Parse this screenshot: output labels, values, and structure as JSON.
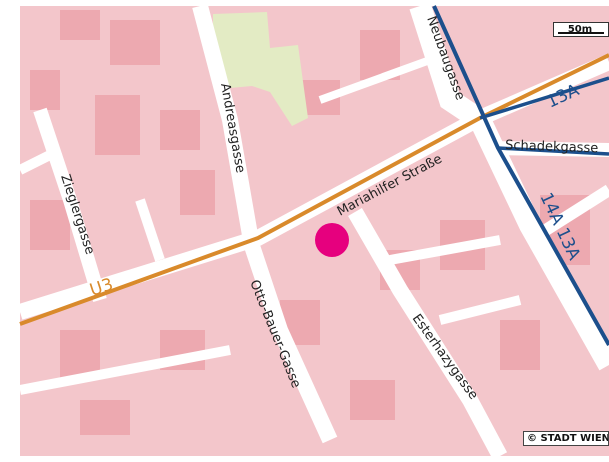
{
  "map": {
    "colors": {
      "block": "#f3c6cb",
      "building": "#eda9b0",
      "street": "#ffffff",
      "park": "#e3ebc4",
      "subway_line": "#d98a2b",
      "bus_line": "#1c4f8c",
      "marker": "#e6007e"
    },
    "streets": [
      {
        "id": "mariahilfer",
        "label": "Mariahilfer Straße"
      },
      {
        "id": "neubau",
        "label": "Neubaugasse"
      },
      {
        "id": "andreas",
        "label": "Andreasgasse"
      },
      {
        "id": "zieg",
        "label": "Zieglergasse"
      },
      {
        "id": "otto",
        "label": "Otto-Bauer-Gasse"
      },
      {
        "id": "ester",
        "label": "Esterhazygasse"
      },
      {
        "id": "schade",
        "label": "Schadekgasse"
      }
    ],
    "lines": [
      {
        "id": "u3",
        "label": "U3",
        "kind": "subway"
      },
      {
        "id": "bus13a-top",
        "label": "13A",
        "kind": "bus"
      },
      {
        "id": "bus14a13a",
        "label": "14A 13A",
        "kind": "bus"
      }
    ],
    "marker": {
      "name": "location-marker"
    },
    "scale": {
      "label": "50m"
    },
    "copyright": "© STADT WIEN"
  }
}
